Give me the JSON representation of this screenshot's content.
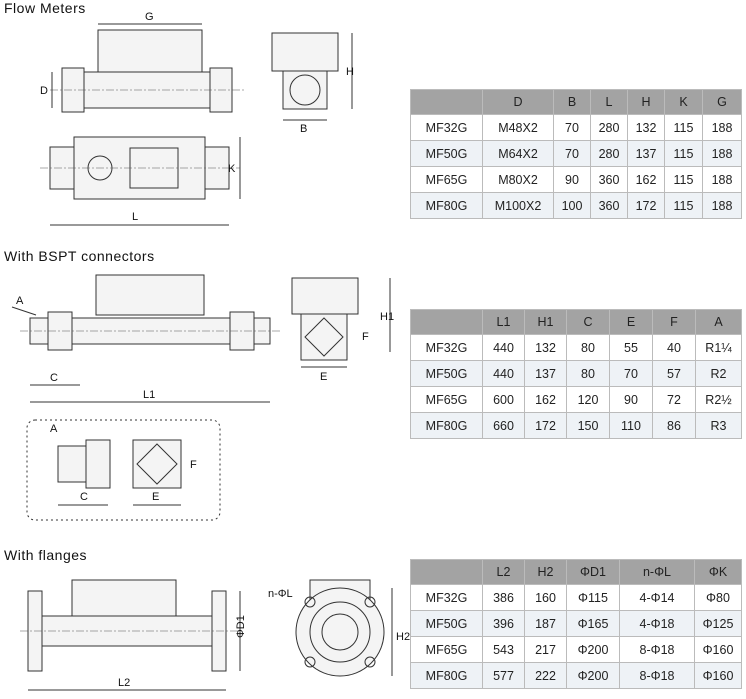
{
  "sections": [
    {
      "title": "Flow Meters"
    },
    {
      "title": "With BSPT connectors"
    },
    {
      "title": "With flanges"
    }
  ],
  "drawings": {
    "s1": {
      "G": "G",
      "D": "D",
      "H": "H",
      "B": "B",
      "K": "K",
      "L": "L"
    },
    "s2": {
      "A": "A",
      "C": "C",
      "L1": "L1",
      "H1": "H1",
      "F": "F",
      "E": "E",
      "A2": "A",
      "C2": "C",
      "E2": "E",
      "F2": "F"
    },
    "s3": {
      "nL": "n-ΦL",
      "D1": "ΦD1",
      "H2": "H2",
      "L2": "L2"
    }
  },
  "tables": [
    {
      "headers": [
        "",
        "D",
        "B",
        "L",
        "H",
        "K",
        "G"
      ],
      "rows": [
        [
          "MF32G",
          "M48X2",
          "70",
          "280",
          "132",
          "115",
          "188"
        ],
        [
          "MF50G",
          "M64X2",
          "70",
          "280",
          "137",
          "115",
          "188"
        ],
        [
          "MF65G",
          "M80X2",
          "90",
          "360",
          "162",
          "115",
          "188"
        ],
        [
          "MF80G",
          "M100X2",
          "100",
          "360",
          "172",
          "115",
          "188"
        ]
      ]
    },
    {
      "headers": [
        "",
        "L1",
        "H1",
        "C",
        "E",
        "F",
        "A"
      ],
      "rows": [
        [
          "MF32G",
          "440",
          "132",
          "80",
          "55",
          "40",
          "R1¼"
        ],
        [
          "MF50G",
          "440",
          "137",
          "80",
          "70",
          "57",
          "R2"
        ],
        [
          "MF65G",
          "600",
          "162",
          "120",
          "90",
          "72",
          "R2½"
        ],
        [
          "MF80G",
          "660",
          "172",
          "150",
          "110",
          "86",
          "R3"
        ]
      ]
    },
    {
      "headers": [
        "",
        "L2",
        "H2",
        "ΦD1",
        "n-ΦL",
        "ΦK"
      ],
      "rows": [
        [
          "MF32G",
          "386",
          "160",
          "Φ115",
          "4-Φ14",
          "Φ80"
        ],
        [
          "MF50G",
          "396",
          "187",
          "Φ165",
          "4-Φ18",
          "Φ125"
        ],
        [
          "MF65G",
          "543",
          "217",
          "Φ200",
          "8-Φ18",
          "Φ160"
        ],
        [
          "MF80G",
          "577",
          "222",
          "Φ200",
          "8-Φ18",
          "Φ160"
        ]
      ]
    }
  ]
}
